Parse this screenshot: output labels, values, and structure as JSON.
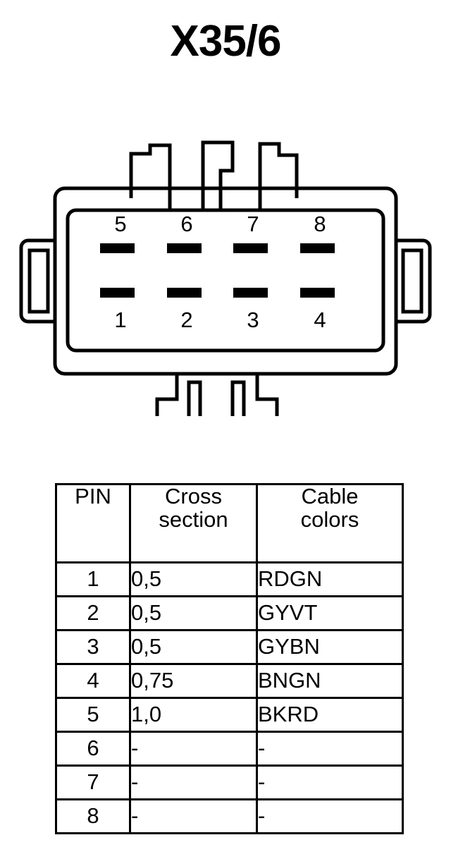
{
  "title": "X35/6",
  "connector": {
    "name": "8-pin-rectangular-connector",
    "top_row_labels": [
      "5",
      "6",
      "7",
      "8"
    ],
    "bottom_row_labels": [
      "1",
      "2",
      "3",
      "4"
    ],
    "pin_count": 8,
    "line_color": "#000000",
    "slot_color": "#000000",
    "background": "#ffffff"
  },
  "table": {
    "headers": {
      "pin": "PIN",
      "cross_line1": "Cross",
      "cross_line2": "section",
      "color_line1": "Cable",
      "color_line2": "colors"
    },
    "rows": [
      {
        "pin": "1",
        "cross_section": "0,5",
        "cable_colors": "RDGN"
      },
      {
        "pin": "2",
        "cross_section": "0,5",
        "cable_colors": "GYVT"
      },
      {
        "pin": "3",
        "cross_section": "0,5",
        "cable_colors": "GYBN"
      },
      {
        "pin": "4",
        "cross_section": "0,75",
        "cable_colors": "BNGN"
      },
      {
        "pin": "5",
        "cross_section": "1,0",
        "cable_colors": "BKRD"
      },
      {
        "pin": "6",
        "cross_section": "-",
        "cable_colors": "-"
      },
      {
        "pin": "7",
        "cross_section": "-",
        "cable_colors": "-"
      },
      {
        "pin": "8",
        "cross_section": "-",
        "cable_colors": "-"
      }
    ]
  }
}
